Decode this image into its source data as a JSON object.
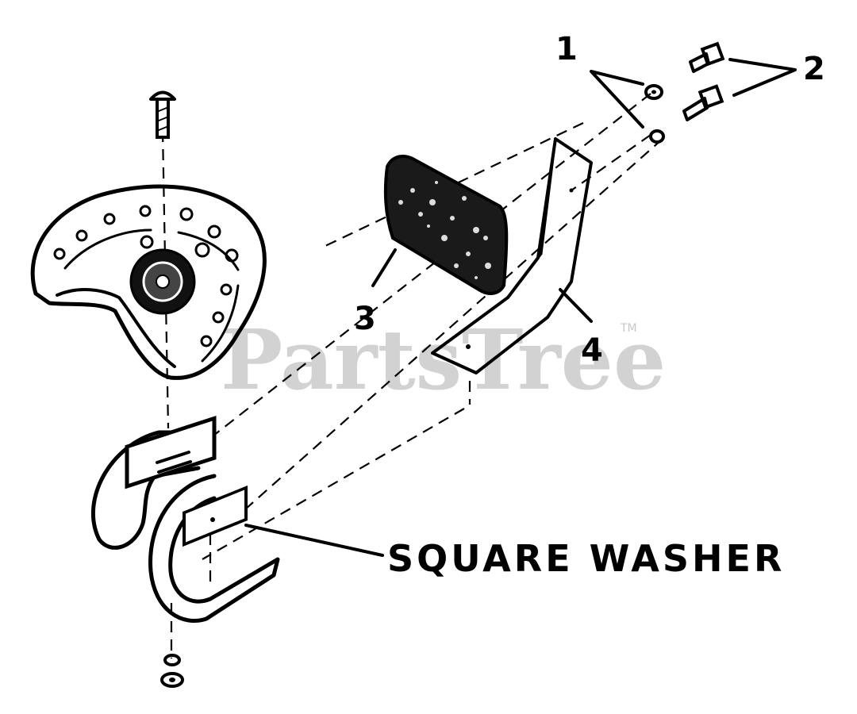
{
  "watermark": {
    "text": "PartsTree",
    "trademark": "TM"
  },
  "callouts": [
    "1",
    "2",
    "3",
    "4"
  ],
  "labels": {
    "square_washer": "SQUARE WASHER"
  },
  "colors": {
    "ink": "#000000",
    "watermark": "#d2d2d2",
    "background": "#ffffff"
  }
}
